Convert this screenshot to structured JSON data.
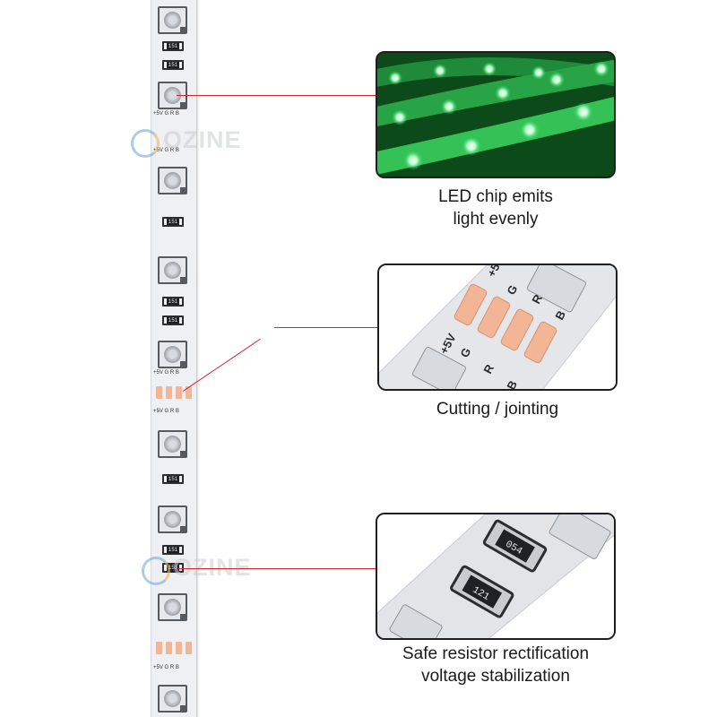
{
  "watermark": {
    "text": "OZINE"
  },
  "strip": {
    "pad_labels": [
      "+5V",
      "G",
      "R",
      "B"
    ],
    "resistor_code": "151"
  },
  "callouts": [
    {
      "caption_line1": "LED chip emits",
      "caption_line2": "light evenly"
    },
    {
      "caption_line1": "Cutting / jointing",
      "caption_line2": ""
    },
    {
      "caption_line1": "Safe resistor rectification",
      "caption_line2": "voltage stabilization"
    }
  ],
  "closeups": {
    "cut_labels": [
      "+5V",
      "G",
      "R",
      "B"
    ],
    "resistor_codes": [
      "054",
      "121"
    ]
  },
  "colors": {
    "pointer_line": "#d7262c",
    "led_glow": "#22d15a",
    "copper_pad": "#f2b596"
  }
}
